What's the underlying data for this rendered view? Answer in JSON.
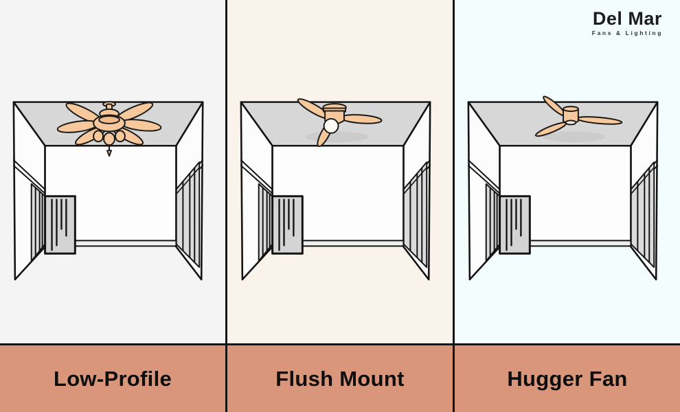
{
  "brand": {
    "name": "Del Mar",
    "tagline": "Fans & Lighting"
  },
  "panels": [
    {
      "id": "low-profile",
      "label": "Low-Profile",
      "bg": "#f4f4f4",
      "fan_icon": "traditional-low-profile-fan-icon"
    },
    {
      "id": "flush-mount",
      "label": "Flush Mount",
      "bg": "#faf3ec",
      "fan_icon": "flush-mount-dome-light-fan-icon"
    },
    {
      "id": "hugger-fan",
      "label": "Hugger Fan",
      "bg": "#f4fdfd",
      "fan_icon": "hugger-three-blade-fan-icon"
    }
  ],
  "band": {
    "color": "#d9967a"
  },
  "colors": {
    "line": "#141414",
    "ceiling": "#d7d7d7",
    "wall": "#fcfcfc",
    "panel_gray": "#dbdbdb",
    "fan_body": "#f6c89b",
    "text": "#0e0e0e"
  }
}
